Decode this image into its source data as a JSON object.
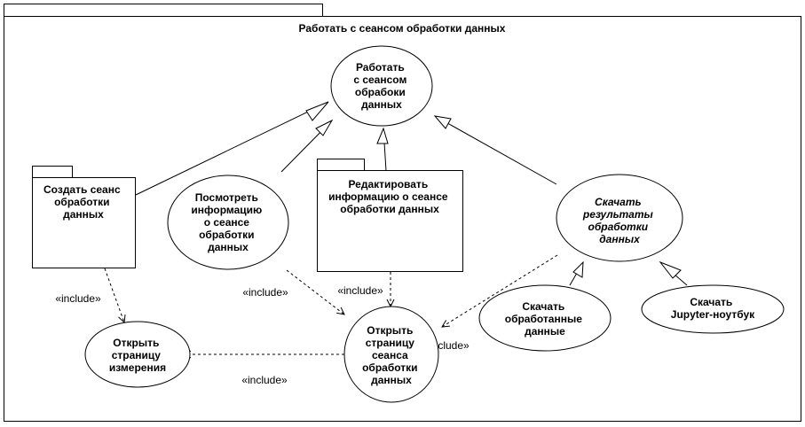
{
  "frame": {
    "title": "Работать с сеансом обработки данных"
  },
  "nodes": {
    "main_uc": {
      "lines": [
        "Работать",
        "с сеансом",
        "обрабоки",
        "данных"
      ]
    },
    "create_pkg": {
      "lines": [
        "Создать сеанс",
        "обработки",
        "данных"
      ]
    },
    "view_uc": {
      "lines": [
        "Посмотреть",
        "информацию",
        "о сеансе",
        "обработки",
        "данных"
      ]
    },
    "edit_pkg": {
      "lines": [
        "Редактировать",
        "информацию о сеансе",
        "обработки данных"
      ]
    },
    "download_results_uc": {
      "lines": [
        "Скачать",
        "результаты",
        "обработки",
        "данных"
      ]
    },
    "download_processed_uc": {
      "lines": [
        "Скачать",
        "обработанные",
        "данные"
      ]
    },
    "download_notebook_uc": {
      "lines": [
        "Скачать",
        "Jupyter-ноутбук"
      ]
    },
    "open_measurement_uc": {
      "lines": [
        "Открыть",
        "страницу",
        "измерения"
      ]
    },
    "open_session_uc": {
      "lines": [
        "Открыть",
        "страницу",
        "сеанса",
        "обработки",
        "данных"
      ]
    }
  },
  "relations": {
    "include_label": "«include»"
  }
}
